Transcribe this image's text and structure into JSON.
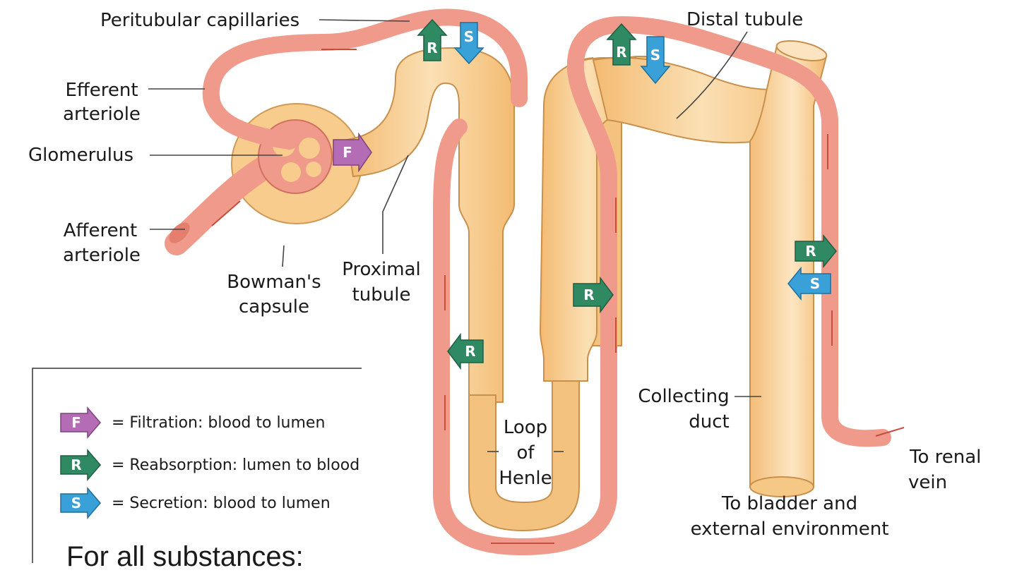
{
  "labels": {
    "peritubular": "Peritubular capillaries",
    "efferent_1": "Efferent",
    "efferent_2": "arteriole",
    "glomerulus": "Glomerulus",
    "afferent_1": "Afferent",
    "afferent_2": "arteriole",
    "bowmans_1": "Bowman's",
    "bowmans_2": "capsule",
    "proximal_1": "Proximal",
    "proximal_2": "tubule",
    "distal": "Distal tubule",
    "loop_1": "Loop",
    "loop_2": "of",
    "loop_3": "Henle",
    "collecting_1": "Collecting",
    "collecting_2": "duct",
    "bladder_1": "To bladder and",
    "bladder_2": "external environment",
    "renal_1": "To renal",
    "renal_2": "vein"
  },
  "arrow_letters": {
    "filtration": "F",
    "reabsorption": "R",
    "secretion": "S"
  },
  "legend": {
    "filtration": "= Filtration: blood to lumen",
    "reabsorption": "= Reabsorption: lumen to blood",
    "secretion": "= Secretion: blood to lumen"
  },
  "colors": {
    "filtration": "#b46cb4",
    "reabsorption": "#2f8a63",
    "secretion": "#3aa0d8",
    "tubule": "#f7cc8c",
    "capillary": "#ef9a8a"
  },
  "footer": "For all substances:"
}
